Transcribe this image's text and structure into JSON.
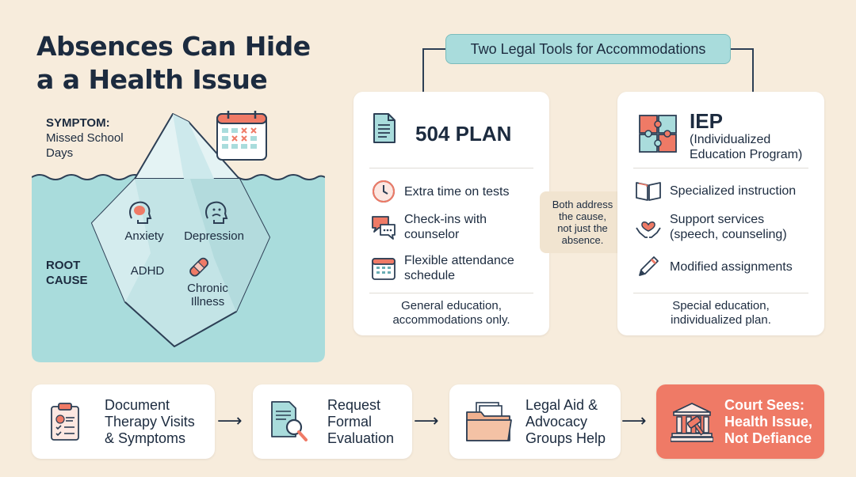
{
  "title": {
    "line1": "Absences Can Hide",
    "line2": "a a Health Issue"
  },
  "iceberg": {
    "symptom_heading": "SYMPTOM:",
    "symptom_line1": "Missed School",
    "symptom_line2": "Days",
    "root_line1": "ROOT",
    "root_line2": "CAUSE",
    "causes": {
      "anxiety": "Anxiety",
      "depression": "Depression",
      "adhd": "ADHD",
      "chronic1": "Chronic",
      "chronic2": "Illness"
    }
  },
  "header_pill": "Two Legal Tools for Accommodations",
  "plan504": {
    "title": "504 PLAN",
    "items": [
      {
        "icon": "clock-icon",
        "line1": "Extra time on tests",
        "line2": ""
      },
      {
        "icon": "chat-bubbles-icon",
        "line1": "Check-ins with",
        "line2": "counselor"
      },
      {
        "icon": "calendar-icon",
        "line1": "Flexible attendance",
        "line2": "schedule"
      }
    ],
    "foot1": "General education,",
    "foot2": "accommodations only."
  },
  "iep": {
    "title": "IEP",
    "sub1": "(Individualized",
    "sub2": "Education Program)",
    "items": [
      {
        "icon": "book-icon",
        "line1": "Specialized instruction",
        "line2": ""
      },
      {
        "icon": "heart-hands-icon",
        "line1": "Support services",
        "line2": "(speech, counseling)"
      },
      {
        "icon": "pencil-icon",
        "line1": "Modified assignments",
        "line2": ""
      }
    ],
    "foot1": "Special education,",
    "foot2": "individualized plan."
  },
  "center_note": {
    "line1": "Both address",
    "line2": "the cause,",
    "line3": "not just the",
    "line4": "absence."
  },
  "steps": [
    {
      "icon": "clipboard-icon",
      "line1": "Document",
      "line2": "Therapy Visits",
      "line3": "& Symptoms"
    },
    {
      "icon": "document-search-icon",
      "line1": "Request",
      "line2": "Formal",
      "line3": "Evaluation"
    },
    {
      "icon": "folder-icon",
      "line1": "Legal Aid &",
      "line2": "Advocacy",
      "line3": "Groups Help"
    },
    {
      "icon": "courthouse-icon",
      "line1": "Court Sees:",
      "line2": "Health Issue,",
      "line3": "Not Defiance"
    }
  ],
  "colors": {
    "background": "#f7ecdc",
    "water": "#a9dcdc",
    "accent_coral": "#ef7a66",
    "navy": "#1c2b3f"
  }
}
